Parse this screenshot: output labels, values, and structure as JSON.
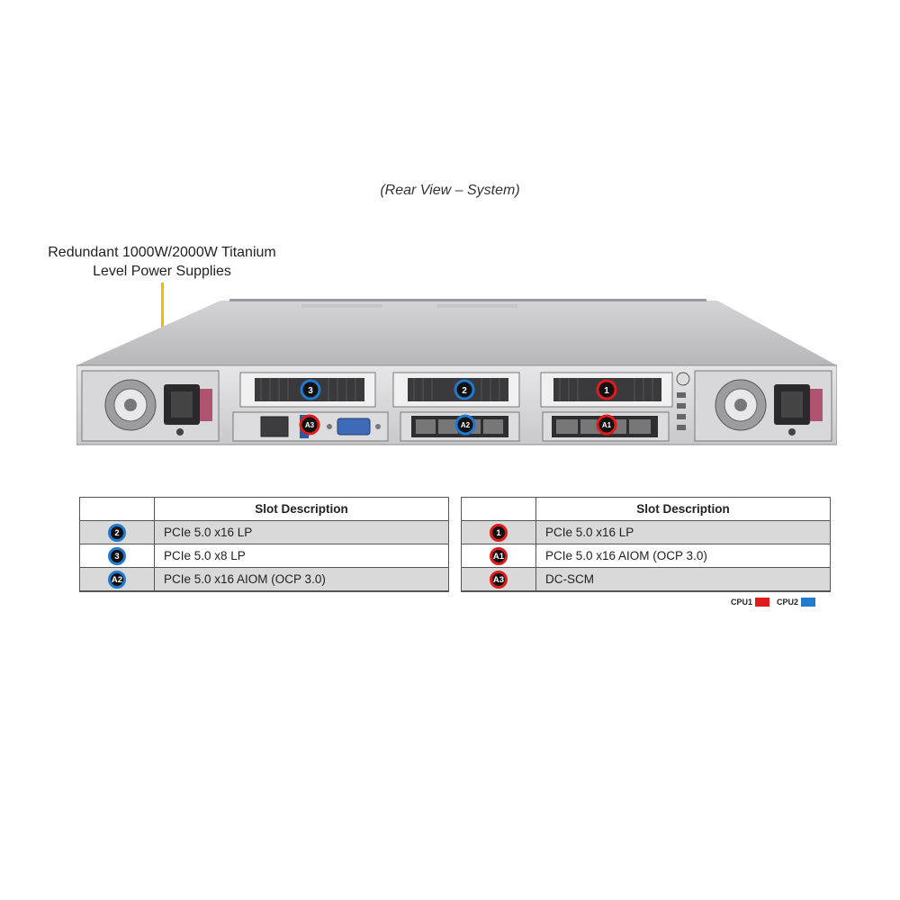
{
  "caption": "(Rear View – System)",
  "psu_label": {
    "line1": "Redundant 1000W/2000W Titanium",
    "line2": "Level Power Supplies"
  },
  "server_badges": {
    "slot3": "3",
    "slot2": "2",
    "slot1": "1",
    "a3": "A3",
    "a2": "A2",
    "a1": "A1"
  },
  "left_table": {
    "header": "Slot Description",
    "rows": [
      {
        "badge": "2",
        "color": "blue",
        "desc": "PCIe 5.0 x16 LP"
      },
      {
        "badge": "3",
        "color": "blue",
        "desc": "PCIe 5.0 x8 LP"
      },
      {
        "badge": "A2",
        "color": "blue",
        "desc": "PCIe 5.0 x16 AIOM (OCP 3.0)"
      }
    ]
  },
  "right_table": {
    "header": "Slot Description",
    "rows": [
      {
        "badge": "1",
        "color": "red",
        "desc": "PCIe 5.0 x16 LP"
      },
      {
        "badge": "A1",
        "color": "red",
        "desc": "PCIe 5.0 x16 AIOM (OCP 3.0)"
      },
      {
        "badge": "A3",
        "color": "red",
        "desc": "DC-SCM"
      }
    ]
  },
  "legend": {
    "cpu1": "CPU1",
    "cpu2": "CPU2",
    "cpu1_color": "#e11b1b",
    "cpu2_color": "#1f7ad0"
  }
}
